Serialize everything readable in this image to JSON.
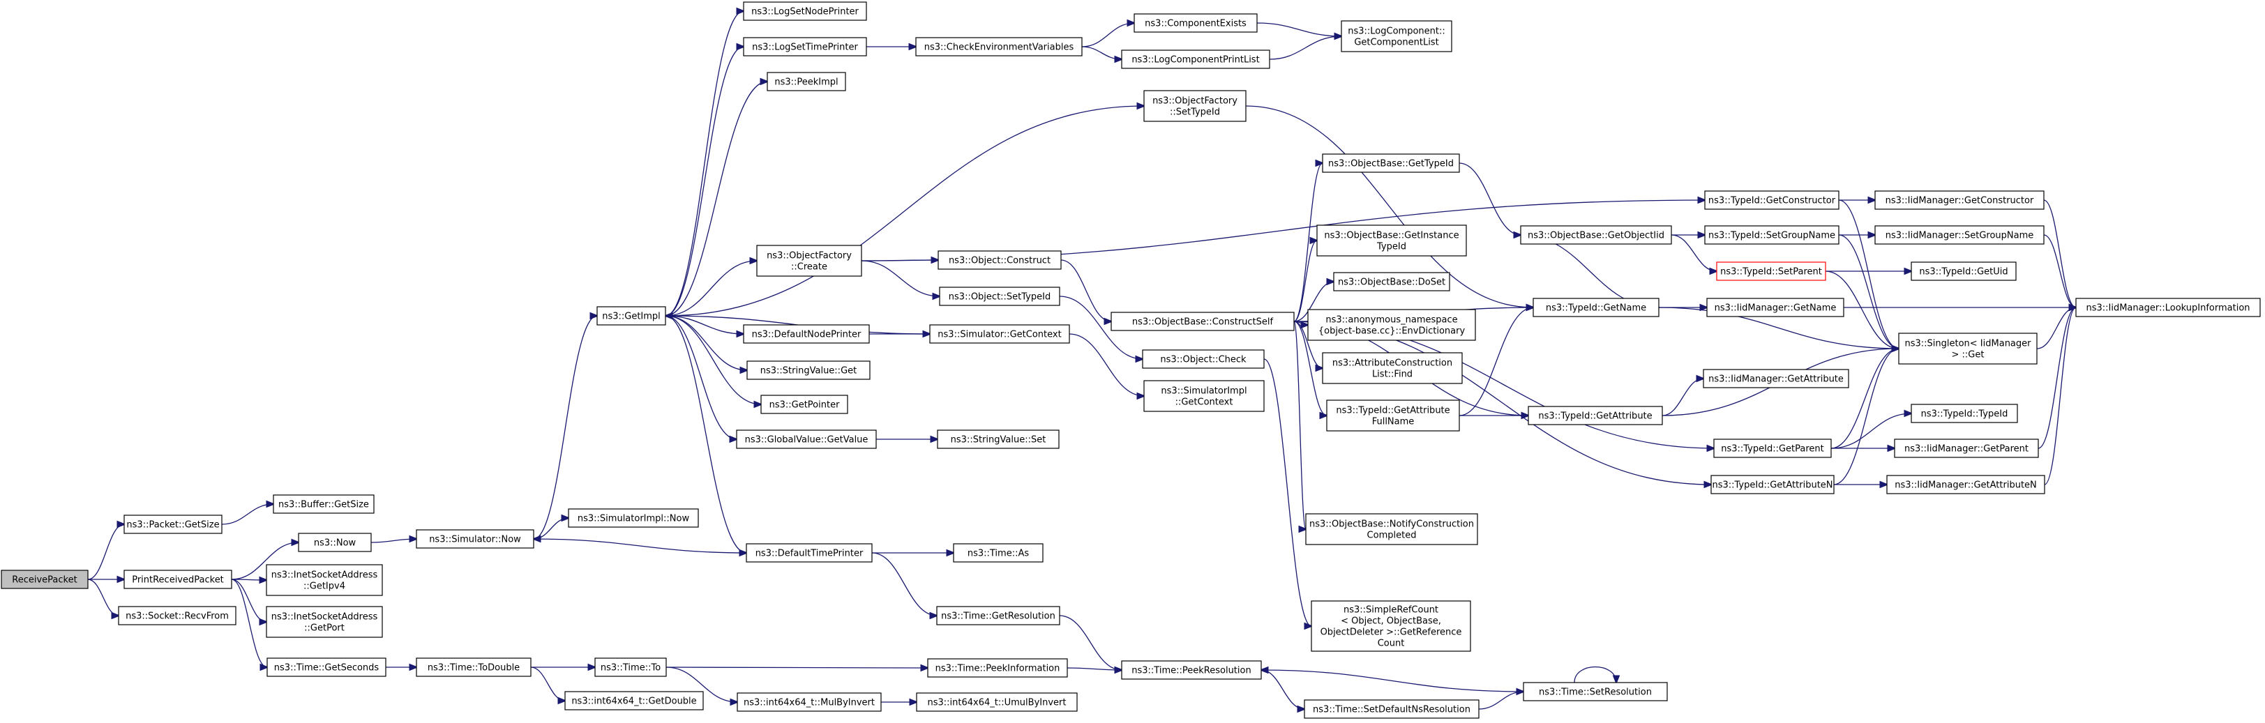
{
  "colors": {
    "edge": "#191970",
    "root_fill": "#bfbfbf",
    "node_border": "#000000",
    "highlight_border": "#ff0000"
  },
  "nodes": [
    {
      "id": "receive",
      "lines": [
        "ReceivePacket"
      ],
      "root": true
    },
    {
      "id": "pktsize",
      "lines": [
        "ns3::Packet::GetSize"
      ]
    },
    {
      "id": "printrx",
      "lines": [
        "PrintReceivedPacket"
      ]
    },
    {
      "id": "recvfrom",
      "lines": [
        "ns3::Socket::RecvFrom"
      ]
    },
    {
      "id": "bufsize",
      "lines": [
        "ns3::Buffer::GetSize"
      ]
    },
    {
      "id": "now",
      "lines": [
        "ns3::Now"
      ]
    },
    {
      "id": "ipv4",
      "lines": [
        "ns3::InetSocketAddress",
        "::GetIpv4"
      ]
    },
    {
      "id": "port",
      "lines": [
        "ns3::InetSocketAddress",
        "::GetPort"
      ]
    },
    {
      "id": "getsec",
      "lines": [
        "ns3::Time::GetSeconds"
      ]
    },
    {
      "id": "simnow",
      "lines": [
        "ns3::Simulator::Now"
      ]
    },
    {
      "id": "todouble",
      "lines": [
        "ns3::Time::ToDouble"
      ]
    },
    {
      "id": "simimplnow",
      "lines": [
        "ns3::SimulatorImpl::Now"
      ]
    },
    {
      "id": "getimpl",
      "lines": [
        "ns3::GetImpl"
      ]
    },
    {
      "id": "timeto",
      "lines": [
        "ns3::Time::To"
      ]
    },
    {
      "id": "getdouble",
      "lines": [
        "ns3::int64x64_t::GetDouble"
      ]
    },
    {
      "id": "lognode",
      "lines": [
        "ns3::LogSetNodePrinter"
      ]
    },
    {
      "id": "logtime",
      "lines": [
        "ns3::LogSetTimePrinter"
      ]
    },
    {
      "id": "peekimpl",
      "lines": [
        "ns3::PeekImpl"
      ]
    },
    {
      "id": "ofcreate",
      "lines": [
        "ns3::ObjectFactory",
        "::Create"
      ]
    },
    {
      "id": "defnode",
      "lines": [
        "ns3::DefaultNodePrinter"
      ]
    },
    {
      "id": "strget",
      "lines": [
        "ns3::StringValue::Get"
      ]
    },
    {
      "id": "getptr",
      "lines": [
        "ns3::GetPointer"
      ]
    },
    {
      "id": "gvget",
      "lines": [
        "ns3::GlobalValue::GetValue"
      ]
    },
    {
      "id": "deftime",
      "lines": [
        "ns3::DefaultTimePrinter"
      ]
    },
    {
      "id": "mulbyinv",
      "lines": [
        "ns3::int64x64_t::MulByInvert"
      ]
    },
    {
      "id": "checkenv",
      "lines": [
        "ns3::CheckEnvironmentVariables"
      ]
    },
    {
      "id": "objconstruct",
      "lines": [
        "ns3::Object::Construct"
      ]
    },
    {
      "id": "objsettid",
      "lines": [
        "ns3::Object::SetTypeId"
      ]
    },
    {
      "id": "simctx",
      "lines": [
        "ns3::Simulator::GetContext"
      ]
    },
    {
      "id": "strset",
      "lines": [
        "ns3::StringValue::Set"
      ]
    },
    {
      "id": "timeas",
      "lines": [
        "ns3::Time::As"
      ]
    },
    {
      "id": "getres",
      "lines": [
        "ns3::Time::GetResolution"
      ]
    },
    {
      "id": "peekinfo",
      "lines": [
        "ns3::Time::PeekInformation"
      ]
    },
    {
      "id": "umulbyinv",
      "lines": [
        "ns3::int64x64_t::UmulByInvert"
      ]
    },
    {
      "id": "compexists",
      "lines": [
        "ns3::ComponentExists"
      ]
    },
    {
      "id": "compprint",
      "lines": [
        "ns3::LogComponentPrintList"
      ]
    },
    {
      "id": "ofsettid",
      "lines": [
        "ns3::ObjectFactory",
        "::SetTypeId"
      ]
    },
    {
      "id": "constructself",
      "lines": [
        "ns3::ObjectBase::ConstructSelf"
      ]
    },
    {
      "id": "objcheck",
      "lines": [
        "ns3::Object::Check"
      ]
    },
    {
      "id": "simimplctx",
      "lines": [
        "ns3::SimulatorImpl",
        "::GetContext"
      ]
    },
    {
      "id": "peekres",
      "lines": [
        "ns3::Time::PeekResolution"
      ]
    },
    {
      "id": "setdefns",
      "lines": [
        "ns3::Time::SetDefaultNsResolution"
      ]
    },
    {
      "id": "logcomplist",
      "lines": [
        "ns3::LogComponent::",
        "GetComponentList"
      ]
    },
    {
      "id": "obgettid",
      "lines": [
        "ns3::ObjectBase::GetTypeId"
      ]
    },
    {
      "id": "obinst",
      "lines": [
        "ns3::ObjectBase::GetInstance",
        "TypeId"
      ]
    },
    {
      "id": "obdoset",
      "lines": [
        "ns3::ObjectBase::DoSet"
      ]
    },
    {
      "id": "anonenv",
      "lines": [
        "ns3::anonymous_namespace",
        "{object-base.cc}::EnvDictionary"
      ]
    },
    {
      "id": "attrfind",
      "lines": [
        "ns3::AttributeConstruction",
        "List::Find"
      ]
    },
    {
      "id": "tidgetattrfull",
      "lines": [
        "ns3::TypeId::GetAttribute",
        "FullName"
      ]
    },
    {
      "id": "obnotify",
      "lines": [
        "ns3::ObjectBase::NotifyConstruction",
        "Completed"
      ]
    },
    {
      "id": "refcount",
      "lines": [
        "ns3::SimpleRefCount",
        "< Object, ObjectBase,",
        "ObjectDeleter >::GetReference",
        "Count"
      ]
    },
    {
      "id": "obgetoiid",
      "lines": [
        "ns3::ObjectBase::GetObjectIid"
      ]
    },
    {
      "id": "tidgetname",
      "lines": [
        "ns3::TypeId::GetName"
      ]
    },
    {
      "id": "tidgetattr",
      "lines": [
        "ns3::TypeId::GetAttribute"
      ]
    },
    {
      "id": "setres",
      "lines": [
        "ns3::Time::SetResolution"
      ]
    },
    {
      "id": "tidgetctor",
      "lines": [
        "ns3::TypeId::GetConstructor"
      ]
    },
    {
      "id": "tidsetgroup",
      "lines": [
        "ns3::TypeId::SetGroupName"
      ]
    },
    {
      "id": "tidsetparent",
      "lines": [
        "ns3::TypeId::SetParent"
      ],
      "highlight": true
    },
    {
      "id": "iidgetname",
      "lines": [
        "ns3::IidManager::GetName"
      ]
    },
    {
      "id": "iidgetattr",
      "lines": [
        "ns3::IidManager::GetAttribute"
      ]
    },
    {
      "id": "tidgetparent",
      "lines": [
        "ns3::TypeId::GetParent"
      ]
    },
    {
      "id": "tidgetattrn",
      "lines": [
        "ns3::TypeId::GetAttributeN"
      ]
    },
    {
      "id": "iidgetctor",
      "lines": [
        "ns3::IidManager::GetConstructor"
      ]
    },
    {
      "id": "iidsetgroup",
      "lines": [
        "ns3::IidManager::SetGroupName"
      ]
    },
    {
      "id": "tidgetuid",
      "lines": [
        "ns3::TypeId::GetUid"
      ]
    },
    {
      "id": "singleton",
      "lines": [
        "ns3::Singleton< IidManager",
        "> ::Get"
      ]
    },
    {
      "id": "tidtypeid",
      "lines": [
        "ns3::TypeId::TypeId"
      ]
    },
    {
      "id": "iidgetparent",
      "lines": [
        "ns3::IidManager::GetParent"
      ]
    },
    {
      "id": "iidgetattrn",
      "lines": [
        "ns3::IidManager::GetAttributeN"
      ]
    },
    {
      "id": "iidlookup",
      "lines": [
        "ns3::IidManager::LookupInformation"
      ]
    }
  ]
}
